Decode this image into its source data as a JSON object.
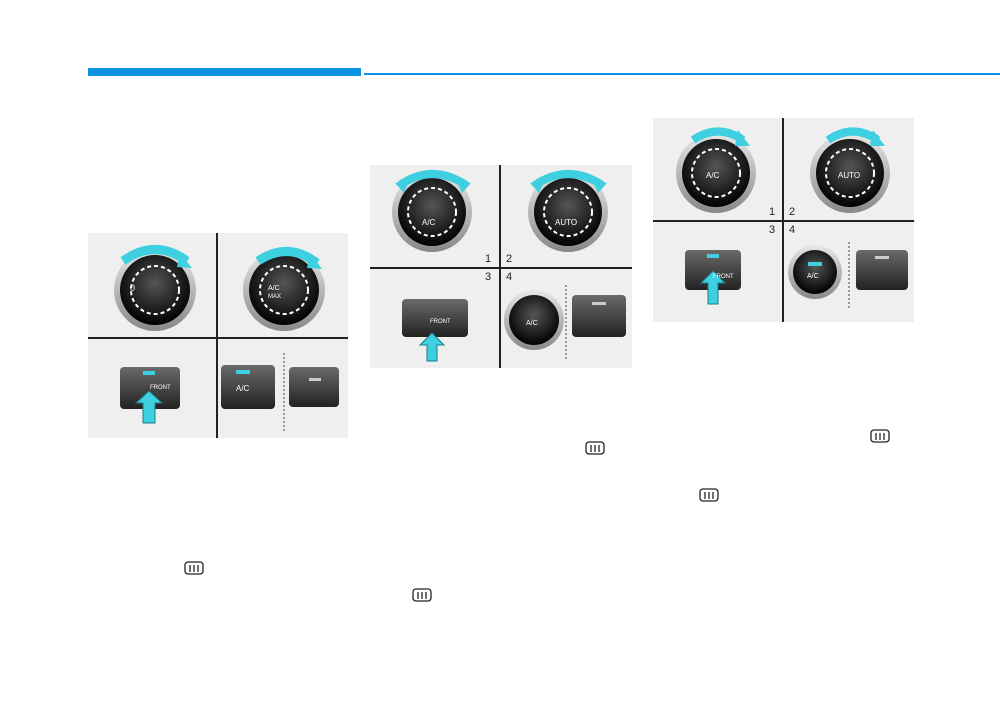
{
  "colors": {
    "accent": "#0a93e3",
    "arrow": "#3ed0e0",
    "panel_bg": "#efefef"
  },
  "figure1": {
    "dial_left_text": "0",
    "dial_right_text": "A/C",
    "dial_right_sub": "MAX",
    "button_front": "FRONT",
    "button_ac": "A/C"
  },
  "figure2": {
    "dial_left_text": "A/C",
    "dial_right_text": "AUTO",
    "n1": "1",
    "n2": "2",
    "n3": "3",
    "n4": "4",
    "button_front": "FRONT",
    "dial_small_text": "A/C"
  },
  "figure3": {
    "dial_left_text": "A/C",
    "dial_right_text": "AUTO",
    "n1": "1",
    "n2": "2",
    "n3": "3",
    "n4": "4",
    "button_front": "FRONT",
    "dial_small_text": "A/C"
  },
  "icons": [
    "front-defrost-icon",
    "recirculation-icon",
    "fan-icon",
    "rotate-arrow-icon"
  ]
}
